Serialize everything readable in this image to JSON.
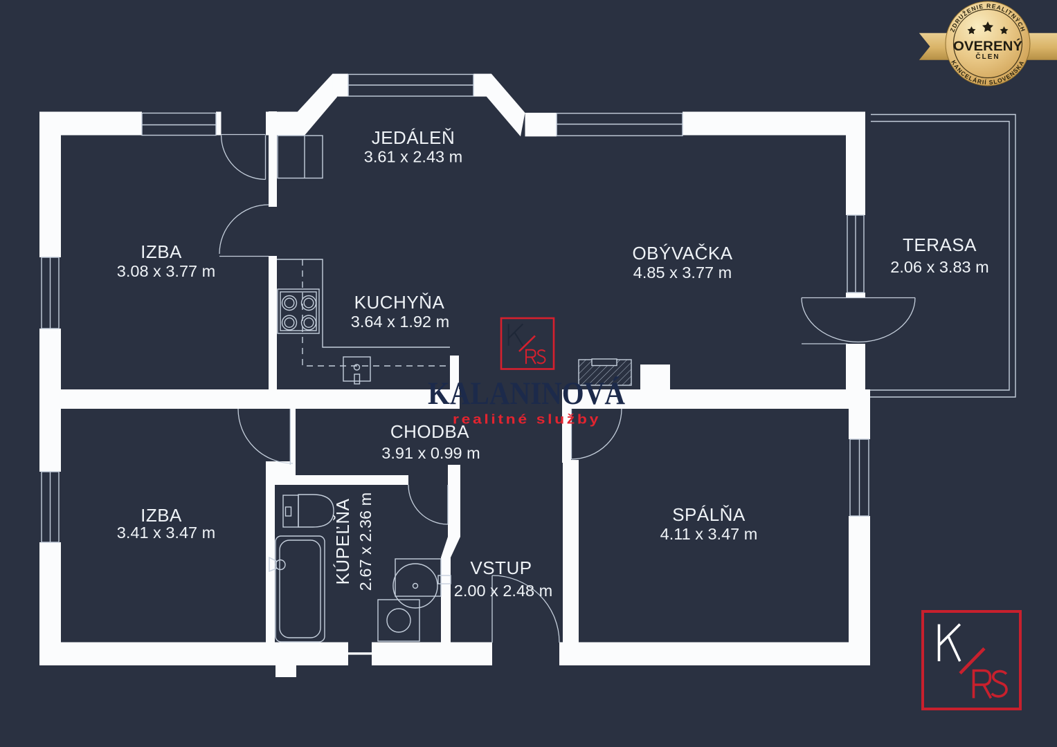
{
  "document": {
    "type": "real-estate floor plan",
    "background_color": "#2A3141",
    "wall_color": "#FBFCFD",
    "line_color": "#C5CFDC"
  },
  "rooms": [
    {
      "id": "jedalen",
      "name": "JEDÁLEŇ",
      "dims": "3.61 x 2.43 m"
    },
    {
      "id": "izba_top",
      "name": "IZBA",
      "dims": "3.08 x 3.77 m"
    },
    {
      "id": "obyvacka",
      "name": "OBÝVAČKA",
      "dims": "4.85 x 3.77 m"
    },
    {
      "id": "terasa",
      "name": "TERASA",
      "dims": "2.06 x 3.83 m"
    },
    {
      "id": "kuchyna",
      "name": "KUCHYŇA",
      "dims": "3.64 x 1.92 m"
    },
    {
      "id": "chodba",
      "name": "CHODBA",
      "dims": "3.91 x 0.99 m"
    },
    {
      "id": "izba_bottom",
      "name": "IZBA",
      "dims": "3.41 x 3.47 m"
    },
    {
      "id": "kupelna",
      "name": "KÚPEĽŇA",
      "dims": "2.67 x 2.36 m"
    },
    {
      "id": "vstup",
      "name": "VSTUP",
      "dims": "2.00 x 2.48 m"
    },
    {
      "id": "spalna",
      "name": "SPÁLŇA",
      "dims": "4.11 x 3.47 m"
    }
  ],
  "watermark": {
    "brand": "KALANINOVÁ",
    "tagline": "realitné služby",
    "brand_color": "#1C2A4B",
    "tagline_color": "#E2242F"
  },
  "logo": {
    "k": "K",
    "rs": "RS",
    "red": "#D6202E",
    "k_color_center": "#1E2737",
    "k_color_corner": "#FFFFFF"
  },
  "badge": {
    "arc_top": "ZDRUŽENIE REALITNÝCH",
    "main": "OVERENÝ",
    "sub": "ČLEN",
    "arc_bottom": "KANCELÁRIÍ SLOVENSKA",
    "gold_light": "#F6E3A8",
    "gold_mid": "#DDB76B",
    "gold_dark": "#B08B42",
    "text_color": "#211D12"
  }
}
